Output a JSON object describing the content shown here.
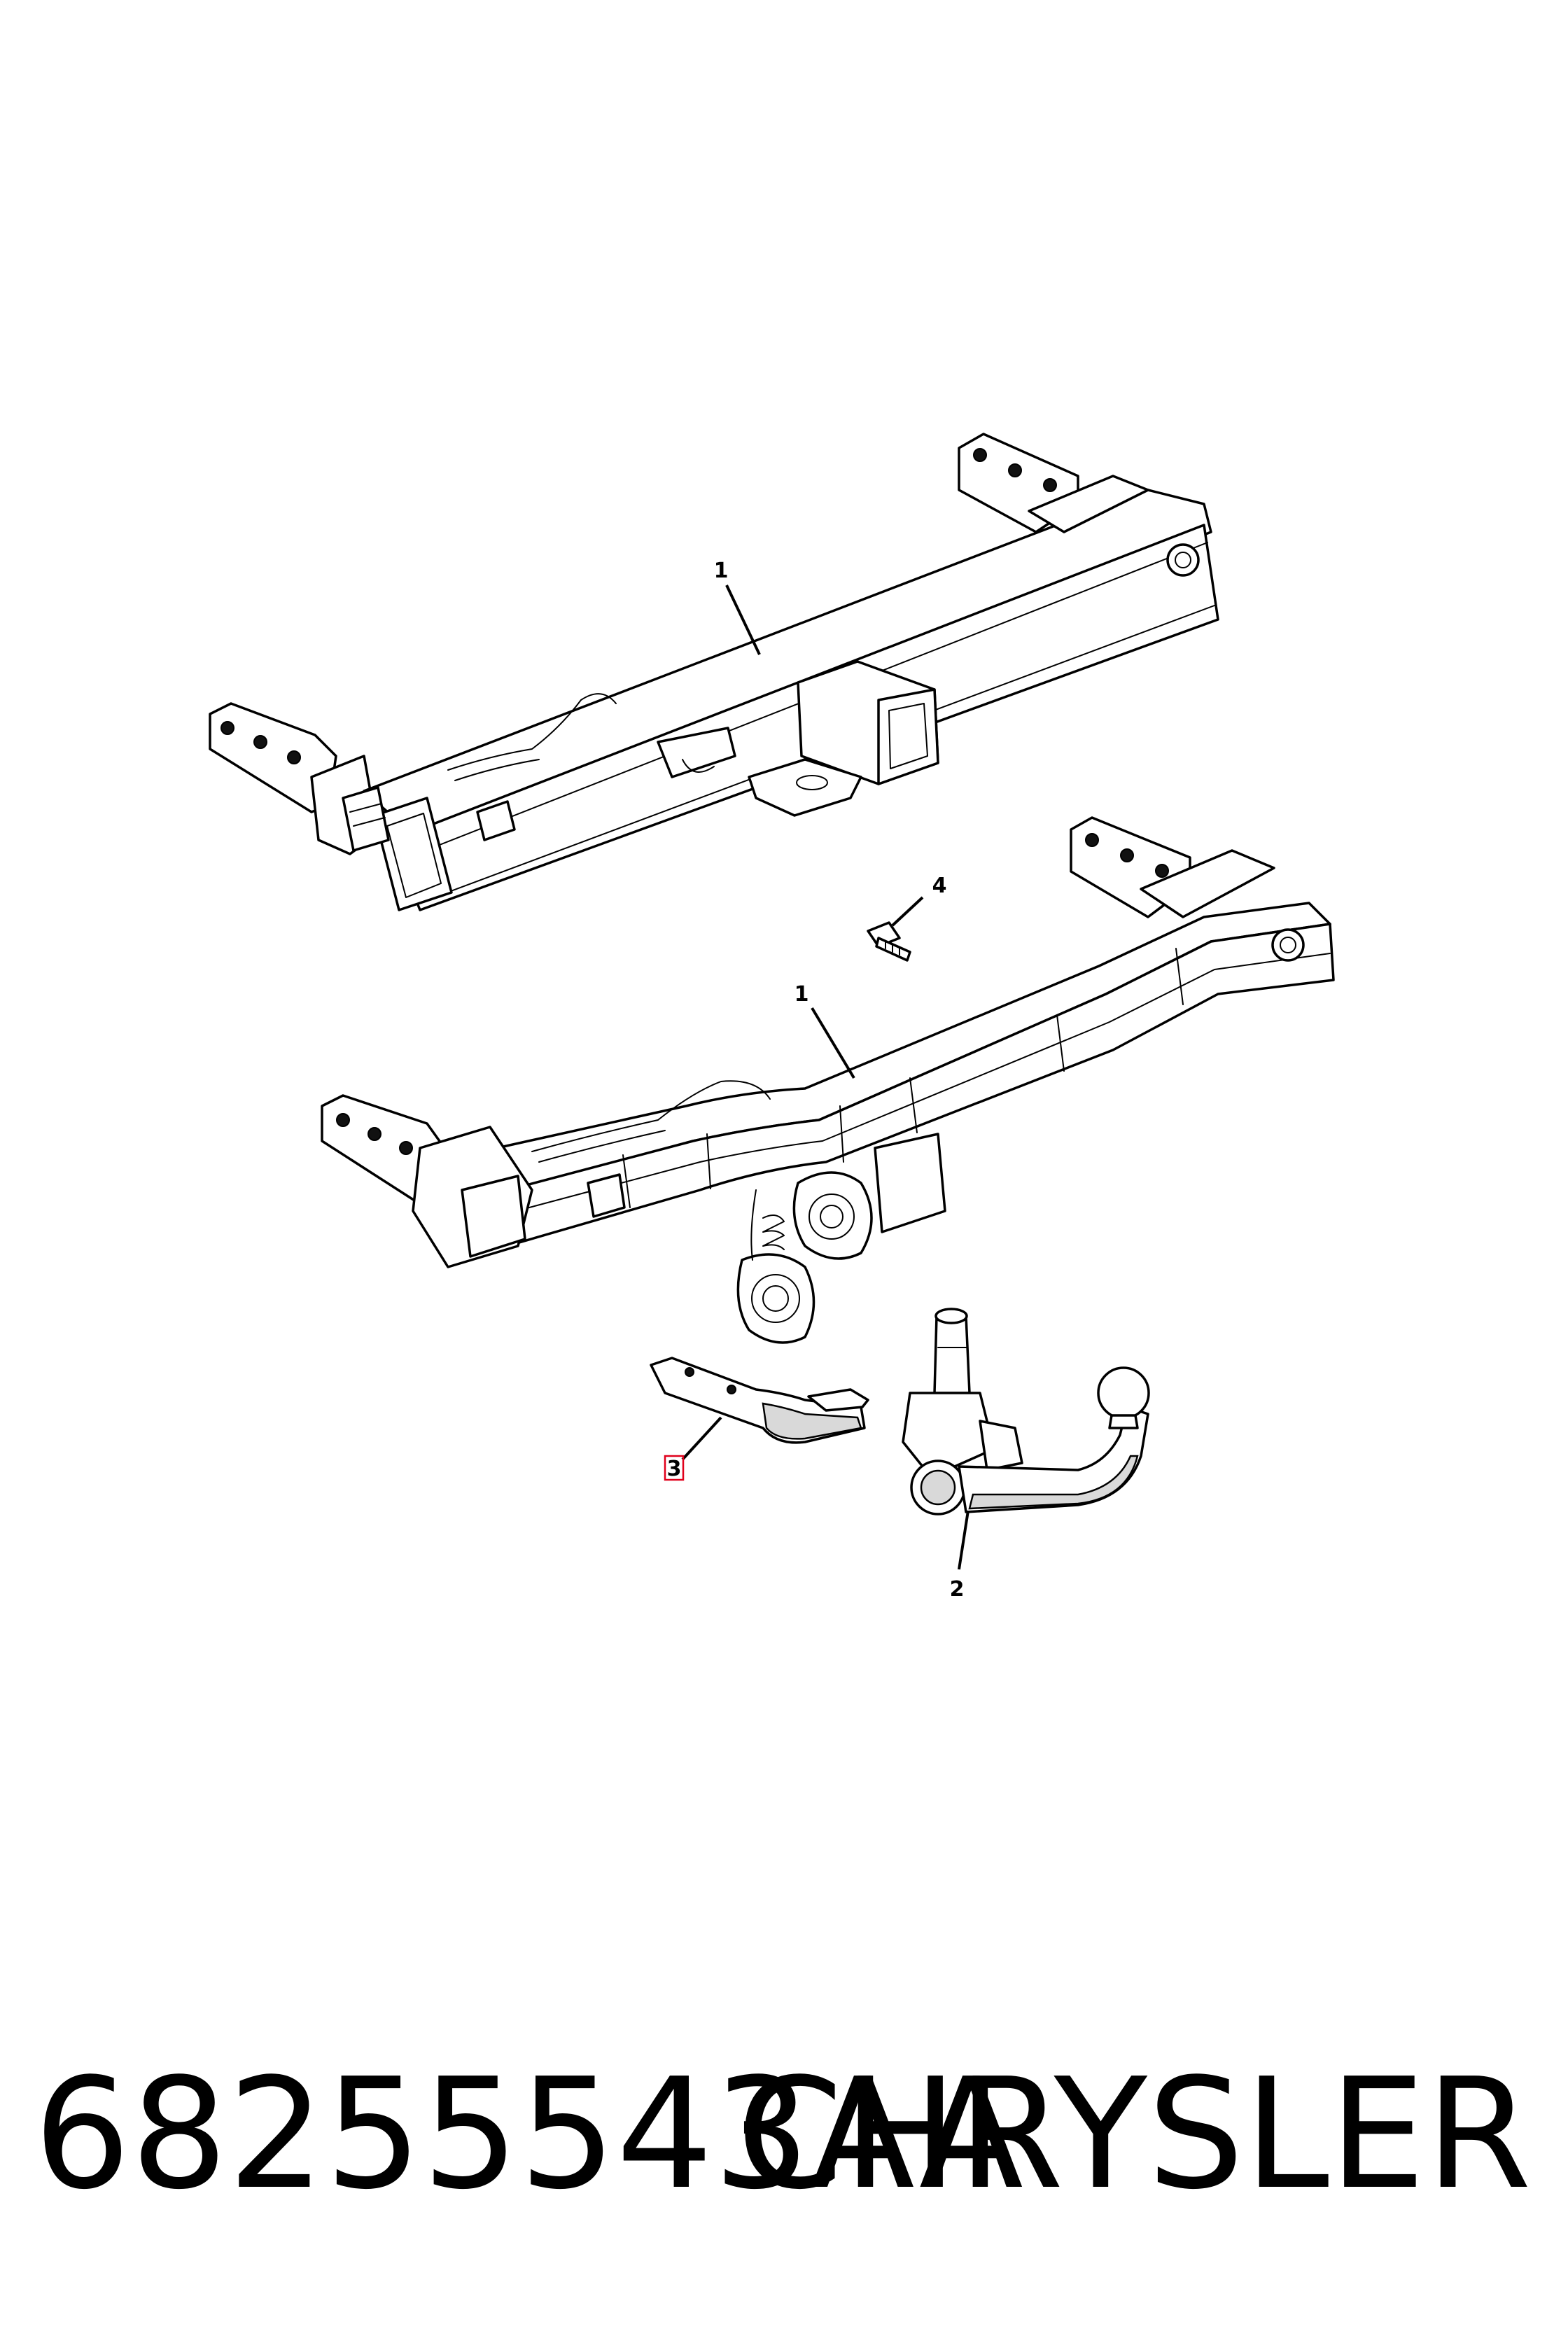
{
  "diagram": {
    "callouts": [
      {
        "id": "upper-hitch-frame",
        "label": "1"
      },
      {
        "id": "tow-ball-assembly",
        "label": "2"
      },
      {
        "id": "hook-bracket",
        "label": "3"
      },
      {
        "id": "bolt",
        "label": "4"
      },
      {
        "id": "lower-hitch-frame",
        "label": "1"
      }
    ],
    "highlighted_callout": "3",
    "highlight_color": "#e0001b"
  },
  "footer": {
    "part_number": "68255543AA",
    "brand": "CHRYSLER"
  }
}
